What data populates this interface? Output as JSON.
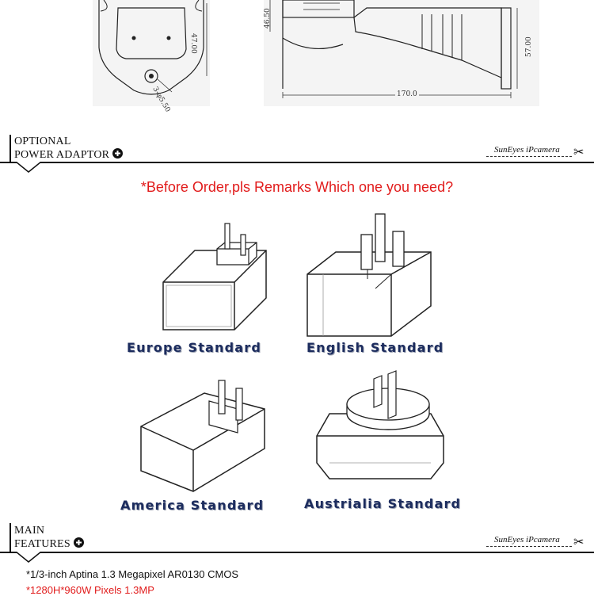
{
  "drawings": {
    "dimensions": [
      "47.00",
      "3-φ5.50",
      "46.50",
      "170.0",
      "57.00"
    ]
  },
  "sections": {
    "optional": {
      "title_line1": "OPTIONAL",
      "title_line2": "POWER ADAPTOR",
      "brand": "SunEyes iPcamera"
    },
    "main": {
      "title_line1": "MAIN",
      "title_line2": "FEATURES",
      "brand": "SunEyes iPcamera"
    }
  },
  "notice": "*Before Order,pls Remarks Which one you need?",
  "plugs": {
    "europe": "Europe Standard",
    "english": "English Standard",
    "america": "America Standard",
    "australia": "Austrialia Standard"
  },
  "features": [
    "*1/3-inch Aptina 1.3 Megapixel AR0130 CMOS",
    "*1280H*960W  Pixels  1.3MP"
  ],
  "colors": {
    "accent_red": "#e11b1b",
    "label_navy": "#1c2c5e"
  }
}
